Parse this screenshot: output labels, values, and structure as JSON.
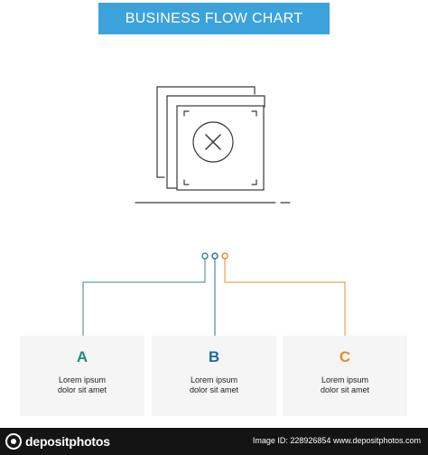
{
  "header": {
    "title": "BUSINESS FLOW CHART"
  },
  "colors": {
    "header_bg": "#3ca2dc",
    "line_a": "#3a8a8c",
    "line_b": "#2a6fa0",
    "line_c": "#f08a24",
    "letter_a": "#1f8a7e",
    "letter_b": "#1d6aa5",
    "letter_c": "#f08a24",
    "icon_stroke": "#3a3a3a"
  },
  "main_icon": "error-x-icon",
  "steps": [
    {
      "letter": "A",
      "line1": "Lorem ipsum",
      "line2": "dolor sit amet"
    },
    {
      "letter": "B",
      "line1": "Lorem ipsum",
      "line2": "dolor sit amet"
    },
    {
      "letter": "C",
      "line1": "Lorem ipsum",
      "line2": "dolor sit amet"
    }
  ],
  "footer": {
    "logo": "depositphotos",
    "meta": "Image ID: 228926854   www.depositphotos.com"
  }
}
